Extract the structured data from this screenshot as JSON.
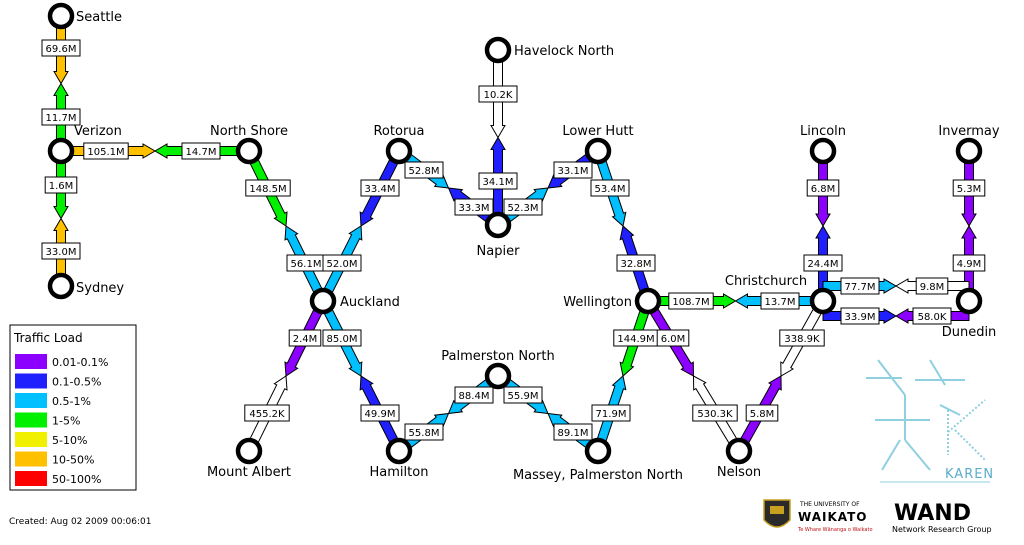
{
  "legend": {
    "title": "Traffic Load",
    "items": [
      {
        "label": "0.01-0.1%",
        "color": "#8c00ff"
      },
      {
        "label": "0.1-0.5%",
        "color": "#2020ff"
      },
      {
        "label": "0.5-1%",
        "color": "#00c0ff"
      },
      {
        "label": "1-5%",
        "color": "#00f000"
      },
      {
        "label": "5-10%",
        "color": "#f0f000"
      },
      {
        "label": "10-50%",
        "color": "#ffc000"
      },
      {
        "label": "50-100%",
        "color": "#ff0000"
      }
    ]
  },
  "created": "Created: Aug 02 2009 00:06:01",
  "logos": {
    "waikato_top": "THE UNIVERSITY OF",
    "waikato_name": "WAIKATO",
    "waikato_motto": "Te Whare Wānanga o Waikato",
    "wand_name": "WAND",
    "wand_sub": "Network Research Group",
    "karen": "KAREN"
  },
  "nodes": [
    {
      "id": "seattle",
      "label": "Seattle"
    },
    {
      "id": "verizon",
      "label": "Verizon"
    },
    {
      "id": "sydney",
      "label": "Sydney"
    },
    {
      "id": "northshore",
      "label": "North Shore"
    },
    {
      "id": "rotorua",
      "label": "Rotorua"
    },
    {
      "id": "havelock",
      "label": "Havelock North"
    },
    {
      "id": "napier",
      "label": "Napier"
    },
    {
      "id": "lowerhutt",
      "label": "Lower Hutt"
    },
    {
      "id": "lincoln",
      "label": "Lincoln"
    },
    {
      "id": "invermay",
      "label": "Invermay"
    },
    {
      "id": "auckland",
      "label": "Auckland"
    },
    {
      "id": "wellington",
      "label": "Wellington"
    },
    {
      "id": "christchurch",
      "label": "Christchurch"
    },
    {
      "id": "dunedin",
      "label": "Dunedin"
    },
    {
      "id": "palmerston",
      "label": "Palmerston North"
    },
    {
      "id": "mountalbert",
      "label": "Mount Albert"
    },
    {
      "id": "hamilton",
      "label": "Hamilton"
    },
    {
      "id": "massey",
      "label": "Massey, Palmerston North"
    },
    {
      "id": "nelson",
      "label": "Nelson"
    }
  ],
  "links": [
    {
      "label": "69.6M",
      "color": "#ffc000"
    },
    {
      "label": "11.7M",
      "color": "#00f000"
    },
    {
      "label": "1.6M",
      "color": "#00f000"
    },
    {
      "label": "33.0M",
      "color": "#ffc000"
    },
    {
      "label": "105.1M",
      "color": "#ffc000"
    },
    {
      "label": "14.7M",
      "color": "#00f000"
    },
    {
      "label": "148.5M",
      "color": "#00f000"
    },
    {
      "label": "56.1M",
      "color": "#00c0ff"
    },
    {
      "label": "33.4M",
      "color": "#2020ff"
    },
    {
      "label": "52.0M",
      "color": "#00c0ff"
    },
    {
      "label": "52.8M",
      "color": "#00c0ff"
    },
    {
      "label": "33.3M",
      "color": "#2020ff"
    },
    {
      "label": "10.2K",
      "color": "#ffffff"
    },
    {
      "label": "34.1M",
      "color": "#2020ff"
    },
    {
      "label": "52.3M",
      "color": "#00c0ff"
    },
    {
      "label": "33.1M",
      "color": "#2020ff"
    },
    {
      "label": "53.4M",
      "color": "#00c0ff"
    },
    {
      "label": "32.8M",
      "color": "#2020ff"
    },
    {
      "label": "108.7M",
      "color": "#00f000"
    },
    {
      "label": "13.7M",
      "color": "#00c0ff"
    },
    {
      "label": "6.8M",
      "color": "#8c00ff"
    },
    {
      "label": "24.4M",
      "color": "#2020ff"
    },
    {
      "label": "5.3M",
      "color": "#8c00ff"
    },
    {
      "label": "4.9M",
      "color": "#8c00ff"
    },
    {
      "label": "77.7M",
      "color": "#00c0ff"
    },
    {
      "label": "9.8M",
      "color": "#8c00ff"
    },
    {
      "label": "33.9M",
      "color": "#2020ff"
    },
    {
      "label": "58.0K",
      "color": "#ffffff"
    },
    {
      "label": "2.4M",
      "color": "#8c00ff"
    },
    {
      "label": "455.2K",
      "color": "#ffffff"
    },
    {
      "label": "85.0M",
      "color": "#00c0ff"
    },
    {
      "label": "49.9M",
      "color": "#2020ff"
    },
    {
      "label": "88.4M",
      "color": "#00c0ff"
    },
    {
      "label": "55.8M",
      "color": "#00c0ff"
    },
    {
      "label": "55.9M",
      "color": "#00c0ff"
    },
    {
      "label": "89.1M",
      "color": "#00c0ff"
    },
    {
      "label": "144.9M",
      "color": "#00f000"
    },
    {
      "label": "71.9M",
      "color": "#00c0ff"
    },
    {
      "label": "6.0M",
      "color": "#8c00ff"
    },
    {
      "label": "530.3K",
      "color": "#ffffff"
    },
    {
      "label": "338.9K",
      "color": "#ffffff"
    },
    {
      "label": "5.8M",
      "color": "#8c00ff"
    }
  ]
}
